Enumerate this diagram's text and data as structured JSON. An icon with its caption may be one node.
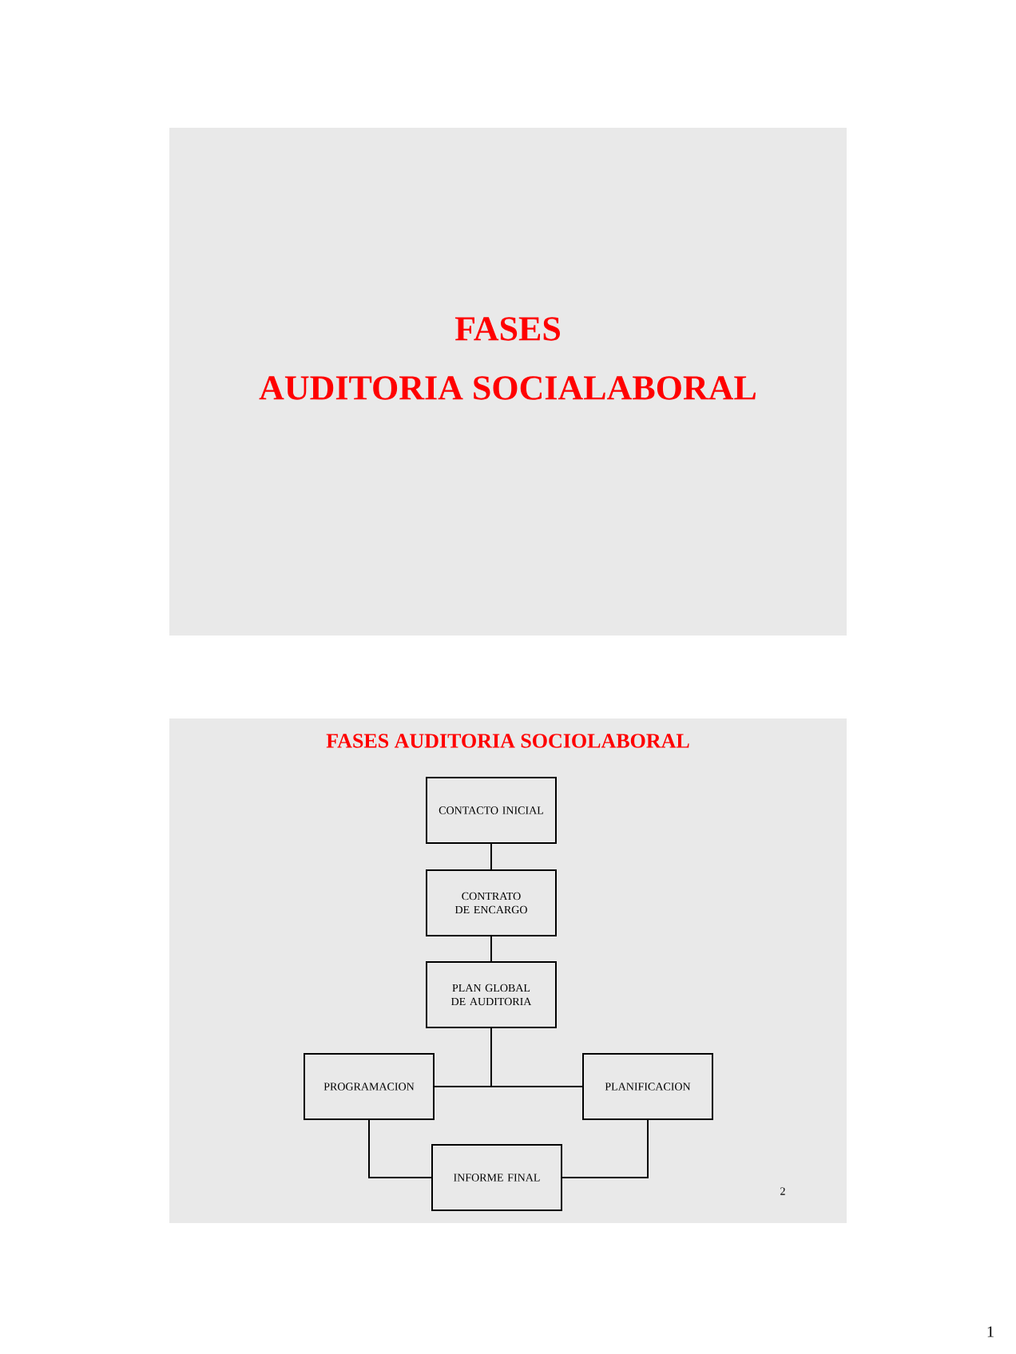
{
  "diagram": {
    "title": "FASES AUDITORIA SOCIOLABORAL",
    "nodes": [
      {
        "text": [
          "CONTACTO INICIAL"
        ]
      },
      {
        "text": [
          "CONTRATO DE ENCARGO"
        ]
      },
      {
        "text": [
          "PLAN GLOBAL DE AUDITORIA"
        ]
      },
      {
        "text": [
          "PROGRAMACION"
        ]
      },
      {
        "text": [
          "PLANIFICACION"
        ]
      },
      {
        "text": [
          "INFORME FINAL"
        ]
      }
    ],
    "edges": [
      {
        "from": 0,
        "to": 1,
        "arrow": "none"
      },
      {
        "from": 1,
        "to": 2,
        "arrow": "none"
      },
      {
        "from": 2,
        "to": 3,
        "arrow": "none"
      },
      {
        "from": 2,
        "to": 4,
        "arrow": "none"
      },
      {
        "from": 3,
        "to": 5,
        "arrow": "none"
      },
      {
        "from": 4,
        "to": 5,
        "arrow": "none"
      }
    ],
    "labels": [
      "FASES",
      "AUDITORIA  SOCIALABORAL",
      "2",
      "1"
    ]
  }
}
